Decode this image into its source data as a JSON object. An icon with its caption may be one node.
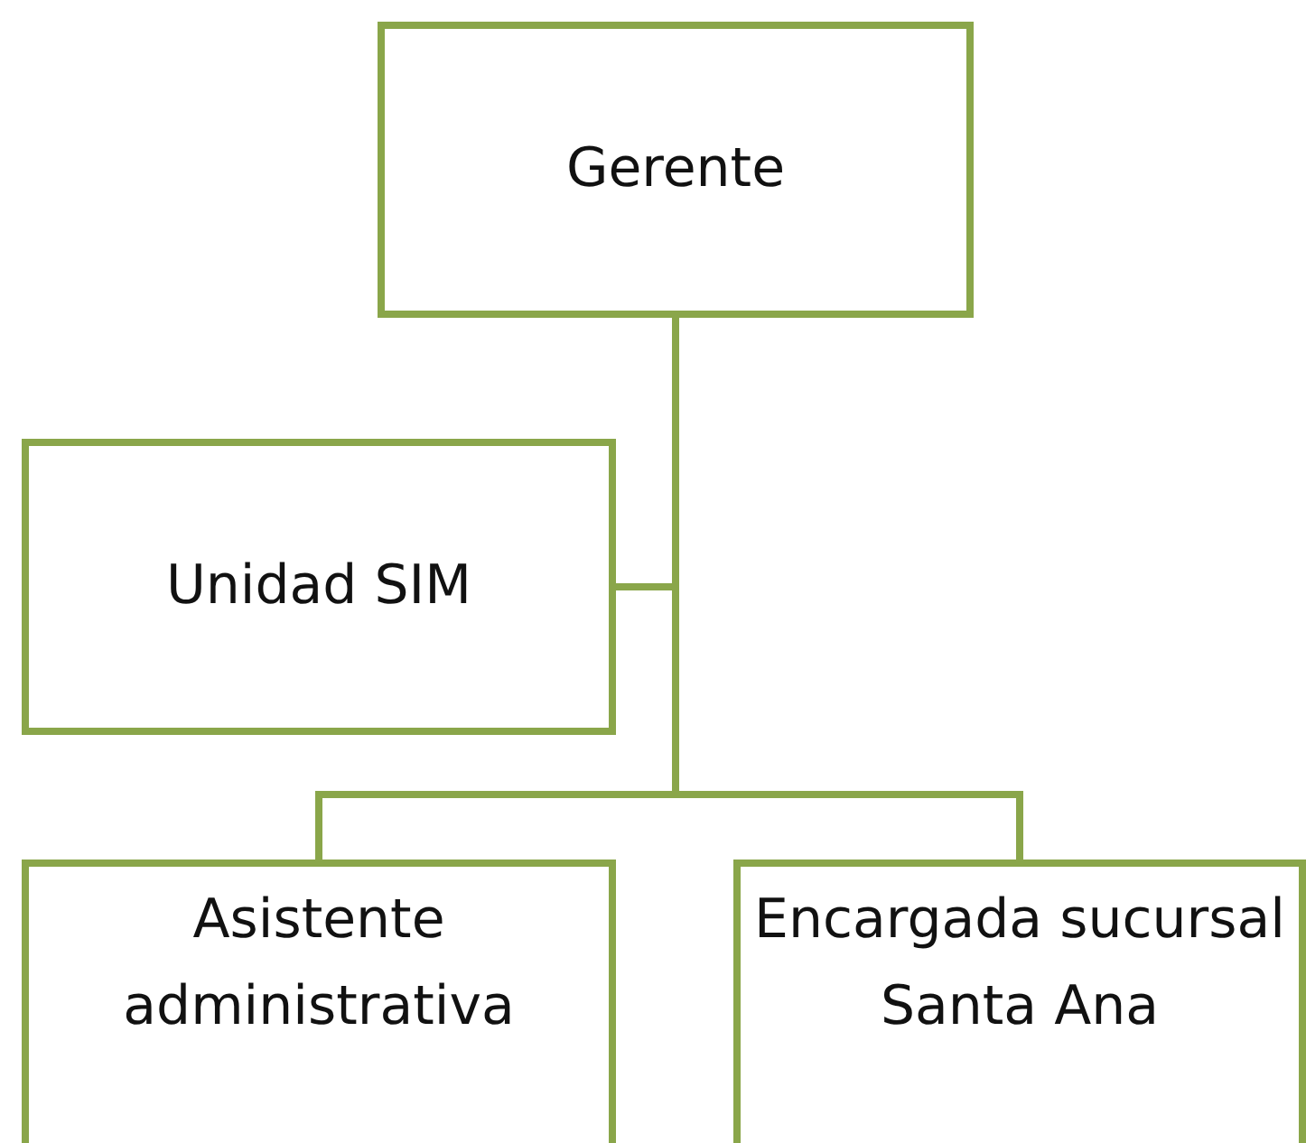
{
  "diagram": {
    "nodes": [
      {
        "text": [
          "Gerente"
        ]
      },
      {
        "text": [
          "Unidad SIM"
        ]
      },
      {
        "text": [
          "Asistente administrativa"
        ]
      },
      {
        "text": [
          "Encargada sucursal Santa Ana"
        ]
      }
    ],
    "edges": [
      {
        "from": 0,
        "to": 1,
        "arrow": "none"
      },
      {
        "from": 0,
        "to": 2,
        "arrow": "none"
      },
      {
        "from": 0,
        "to": 3,
        "arrow": "none"
      }
    ]
  }
}
